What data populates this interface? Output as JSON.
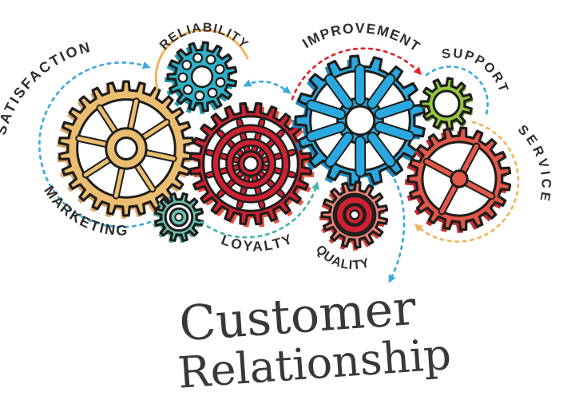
{
  "illustration": {
    "title_line1": "Customer",
    "title_line2": "Relationship",
    "labels": {
      "satisfaction": "SATISFACTION",
      "reliability": "RELIABILITY",
      "improvement": "IMPROVEMENT",
      "support": "SUPPORT",
      "service": "SERVICE",
      "marketing": "MARKETING",
      "loyalty": "LOYALTY",
      "quality": "QUALITY"
    },
    "colors": {
      "gold": "#EBBD71",
      "cyan": "#2FB0C8",
      "red": "#CE2233",
      "blue": "#2AA9E0",
      "green": "#93C83E",
      "coral": "#E2574A",
      "salmon": "#EF837B",
      "teal": "#6FC0B1",
      "arrow_blue": "#3FA9DC",
      "arrow_teal": "#45B5AC",
      "arrow_red": "#E3242B",
      "arrow_orange": "#F2B35C",
      "outline": "#1D1D1B",
      "label_text": "#2D2D2B"
    }
  }
}
